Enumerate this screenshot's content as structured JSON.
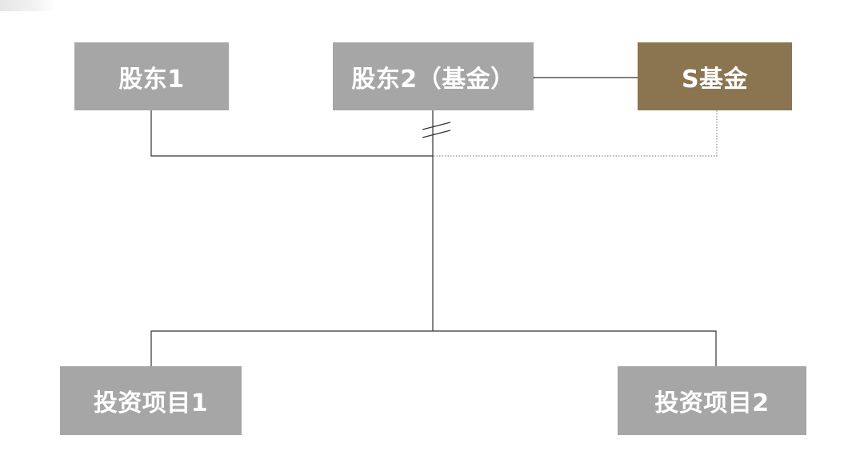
{
  "diagram": {
    "nodes": {
      "shareholder_1": {
        "label": "股东1",
        "fill": "#a6a6a6"
      },
      "shareholder_2": {
        "label": "股东2（基金）",
        "fill": "#a6a6a6"
      },
      "s_fund": {
        "label": "S基金",
        "fill": "#8b7550"
      },
      "project_1": {
        "label": "投资项目1",
        "fill": "#a6a6a6"
      },
      "project_2": {
        "label": "投资项目2",
        "fill": "#a6a6a6"
      }
    },
    "edges": [
      {
        "from": "s_fund",
        "to": "shareholder_2",
        "style": "solid",
        "arrow": "open"
      },
      {
        "from": "shareholder_2",
        "to": "investment_tree",
        "style": "solid",
        "marker": "double-slash-break"
      },
      {
        "from": "s_fund",
        "to": "investment_tree",
        "style": "dotted"
      },
      {
        "from": "shareholder_1",
        "to": "investment_tree",
        "style": "solid"
      },
      {
        "from": "investment_tree",
        "to": "project_1",
        "style": "solid"
      },
      {
        "from": "investment_tree",
        "to": "project_2",
        "style": "solid"
      }
    ],
    "colors": {
      "line": "#333333",
      "dotted_line": "#8a8a8a",
      "text": "#ffffff"
    }
  }
}
